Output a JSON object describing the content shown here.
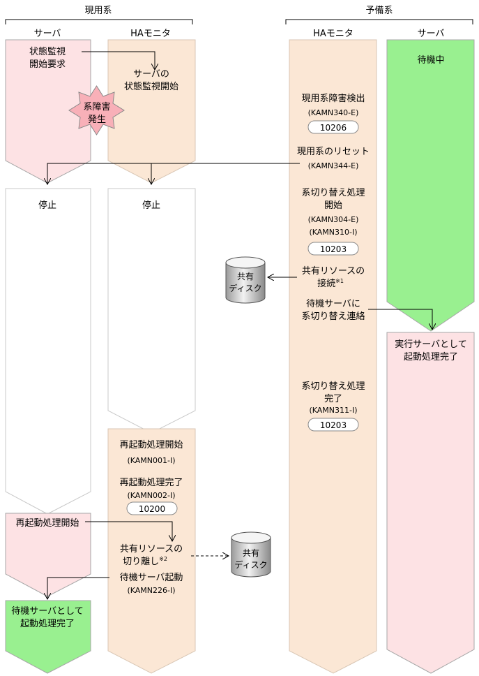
{
  "groups": {
    "active": "現用系",
    "standby": "予備系"
  },
  "columns": {
    "active_server": "サーバ",
    "active_ha": "HAモニタ",
    "standby_ha": "HAモニタ",
    "standby_server": "サーバ"
  },
  "active_server": {
    "monitor_request": [
      "状態監視",
      "開始要求"
    ],
    "failure": [
      "系障害",
      "発生"
    ],
    "stopped": "停止",
    "restart_start": "再起動処理開始",
    "standby_complete": [
      "待機サーバとして",
      "起動処理完了"
    ]
  },
  "active_ha": {
    "monitor_start": [
      "サーバの",
      "状態監視開始"
    ],
    "stopped": "停止",
    "restart_start": "再起動処理開始",
    "restart_start_msg": "(KAMN001-I)",
    "restart_done": "再起動処理完了",
    "restart_done_msg": "(KAMN002-I)",
    "restart_done_code": "10200",
    "detach": "共有リソースの",
    "detach2": "切り離し",
    "detach_note": "※2",
    "standby_boot": "待機サーバ起動",
    "standby_boot_msg": "(KAMN226-I)",
    "disk": [
      "共有",
      "ディスク"
    ]
  },
  "standby_ha": {
    "detect": "現用系障害検出",
    "detect_msg": "(KAMN340-E)",
    "detect_code": "10206",
    "reset": "現用系のリセット",
    "reset_msg": "(KAMN344-E)",
    "switch_start": [
      "系切り替え処理",
      "開始"
    ],
    "switch_msg1": "(KAMN304-E)",
    "switch_msg2": "(KAMN310-I)",
    "switch_code": "10203",
    "connect": "共有リソースの",
    "connect2": "接続",
    "connect_note": "※1",
    "notify": [
      "待機サーバに",
      "系切り替え連絡"
    ],
    "switch_done": [
      "系切り替え処理",
      "完了"
    ],
    "switch_done_msg": "(KAMN311-I)",
    "switch_done_code": "10203",
    "disk": [
      "共有",
      "ディスク"
    ]
  },
  "standby_server": {
    "waiting": "待機中",
    "exec_complete": [
      "実行サーバとして",
      "起動処理完了"
    ]
  },
  "colors": {
    "pink": "#fde2e4",
    "peach": "#fbe7d5",
    "green": "#99f090",
    "star": "#f8b0b8",
    "border": "#a7a7a7"
  }
}
